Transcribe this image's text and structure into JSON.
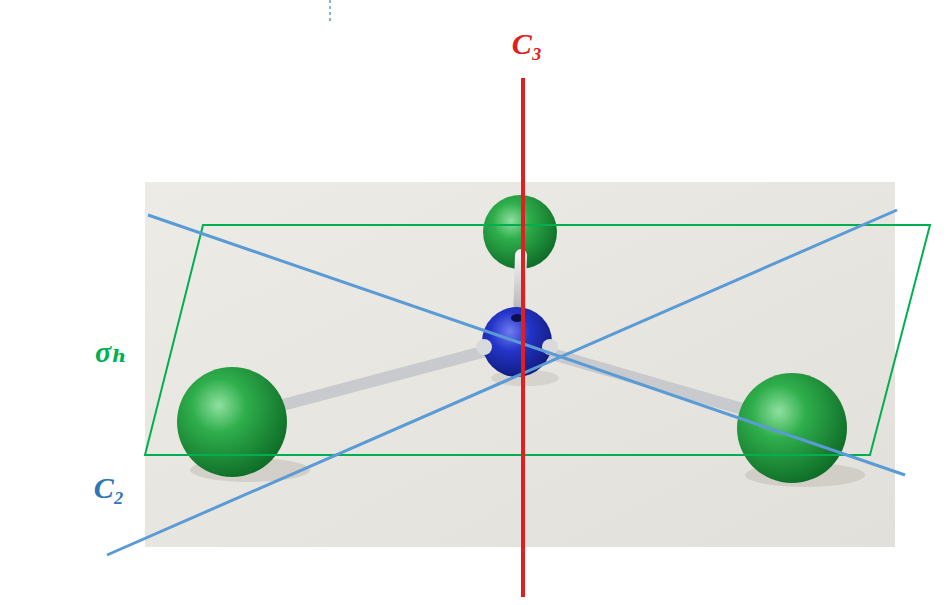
{
  "diagram": {
    "labels": [
      "C₃",
      "σₕ",
      "C₂"
    ]
  }
}
